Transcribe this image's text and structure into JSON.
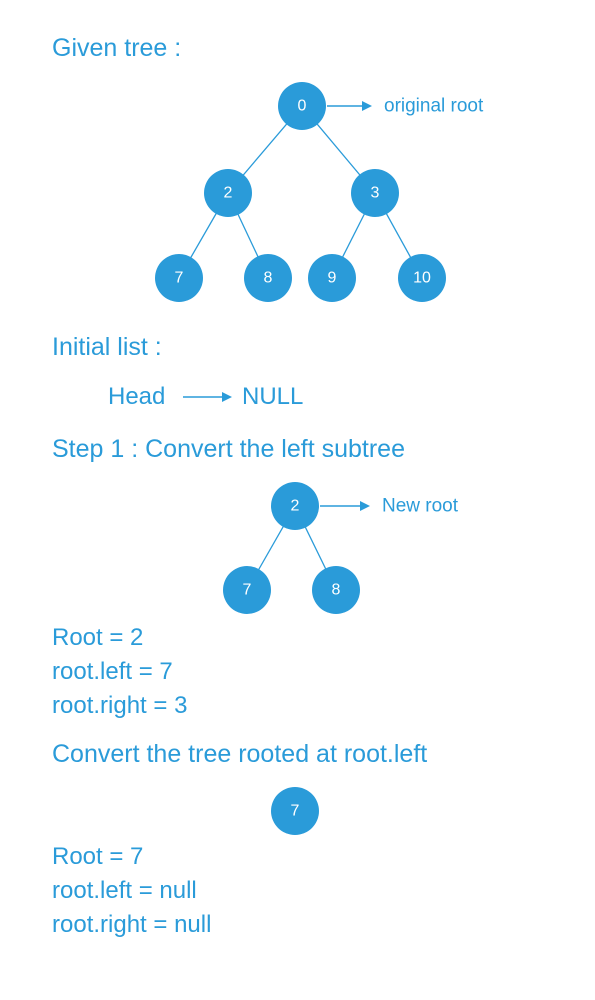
{
  "titles": {
    "given_tree": "Given tree :",
    "initial_list": "Initial list :",
    "step1": "Step 1 :  Convert the left subtree",
    "convert_left": "Convert the tree rooted at root.left"
  },
  "list": {
    "head": "Head",
    "null": "NULL"
  },
  "tree1": {
    "nodes": [
      "0",
      "2",
      "3",
      "7",
      "8",
      "9",
      "10"
    ],
    "root_label": "original root"
  },
  "tree2": {
    "nodes": [
      "2",
      "7",
      "8"
    ],
    "root_label": "New root"
  },
  "state1": {
    "root": "Root  =  2",
    "left": "root.left  =  7",
    "right": "root.right  =  3"
  },
  "tree3": {
    "nodes": [
      "7"
    ]
  },
  "state2": {
    "root": "Root  =  7",
    "left": "root.left  =  null",
    "right": "root.right  =  null"
  },
  "colors": {
    "accent": "#2a9bd9",
    "node_text": "#ffffff"
  }
}
